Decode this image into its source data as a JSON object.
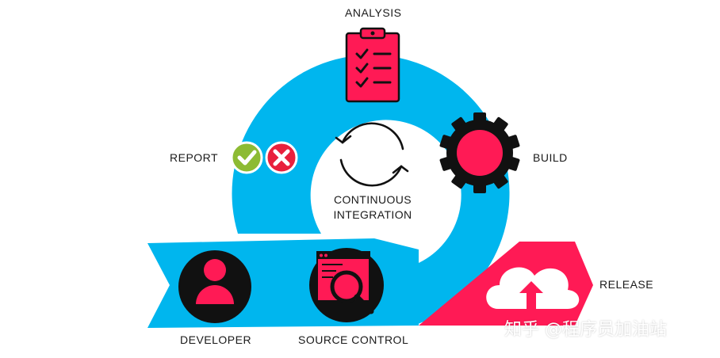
{
  "labels": {
    "analysis": "ANALYSIS",
    "build": "BUILD",
    "report": "REPORT",
    "release": "RELEASE",
    "developer": "DEVELOPER",
    "source_control": "SOURCE CONTROL",
    "center_line1": "CONTINUOUS",
    "center_line2": "INTEGRATION"
  },
  "watermark": "知乎 @程序员加油站",
  "colors": {
    "blue": "#00b6ee",
    "pink": "#ff1a55",
    "black": "#111111",
    "green": "#8dbb33",
    "red": "#e8203d",
    "white": "#ffffff"
  },
  "icons": {
    "analysis": "clipboard-checklist-icon",
    "build": "gear-icon",
    "report_pass": "check-icon",
    "report_fail": "cross-icon",
    "center": "refresh-cycle-icon",
    "developer": "user-icon",
    "source_control": "code-search-icon",
    "release": "cloud-upload-icon"
  }
}
